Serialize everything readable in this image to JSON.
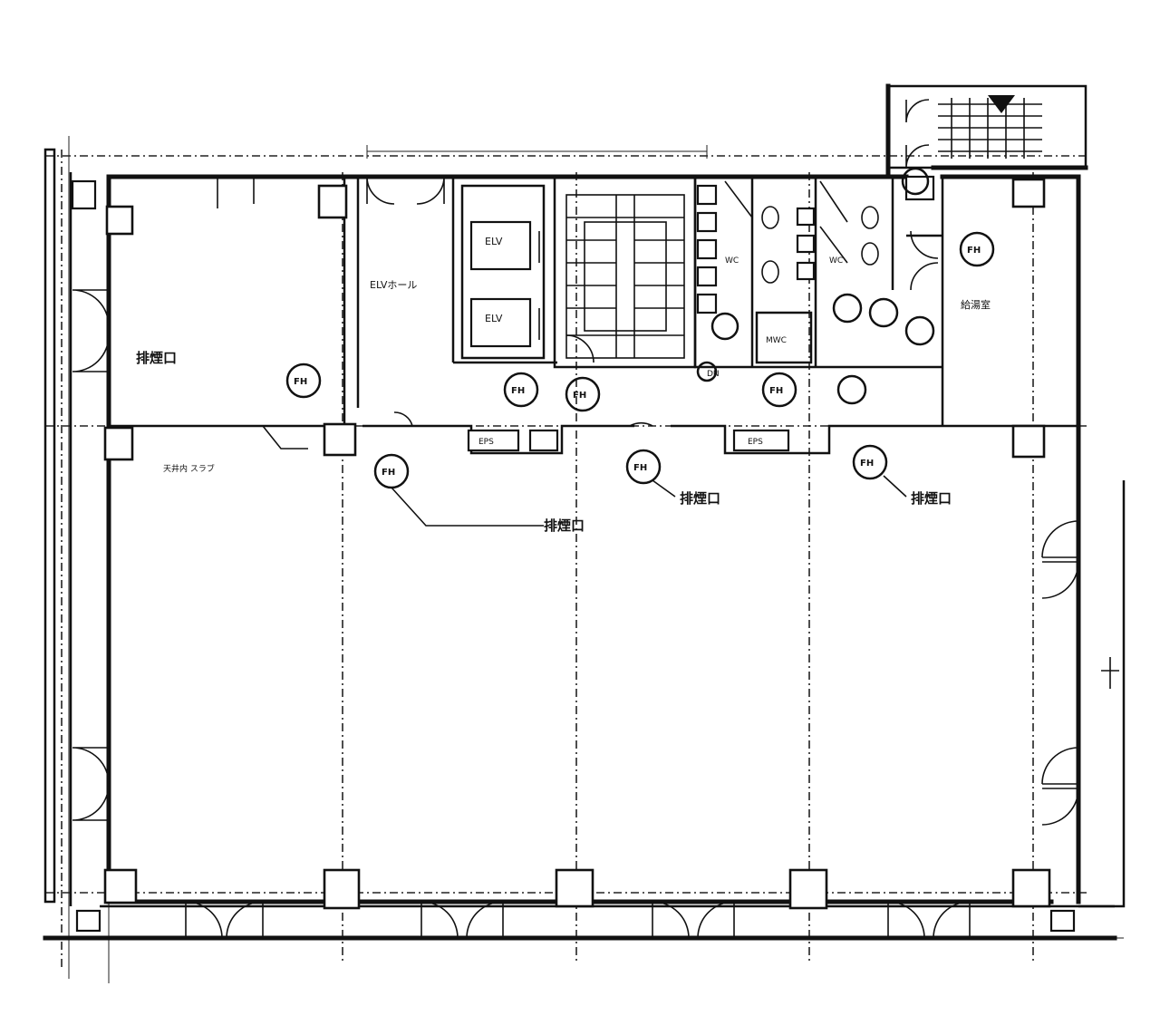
{
  "labels": {
    "elv_hall": "ELVホール",
    "elv_1": "ELV",
    "elv_2": "ELV",
    "eps_1": "EPS",
    "eps_2": "EPS",
    "kyutou": "給湯室",
    "wc_m": "WC",
    "wc_w": "WC",
    "mwc": "MWC",
    "wc_dn": "DN",
    "lower_note": "天井内 スラブ",
    "callout_1": "排煙口",
    "callout_2": "排煙口",
    "callout_3": "排煙口",
    "callout_4": "排煙口"
  },
  "equipment_tag": "FH"
}
